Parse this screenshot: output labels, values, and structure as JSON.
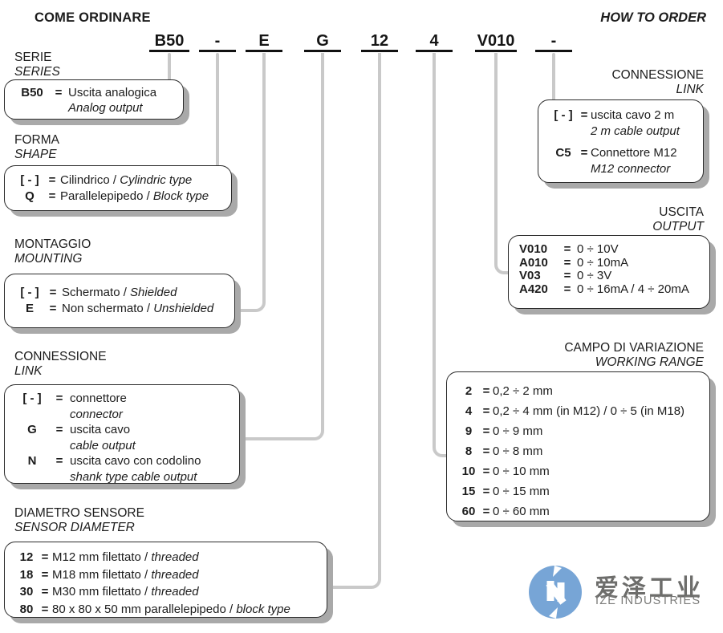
{
  "header": {
    "title_it": "COME ORDINARE",
    "title_en": "HOW TO ORDER"
  },
  "code": {
    "segments": [
      "B50",
      "-",
      "E",
      "G",
      "12",
      "4",
      "V010",
      "-"
    ]
  },
  "symbols": {
    "equals": "="
  },
  "sections": {
    "serie": {
      "label_it": "SERIE",
      "label_en": "SERIES",
      "rows": [
        {
          "key": "B50",
          "text": "Uscita analogica",
          "sub": "Analog output"
        }
      ]
    },
    "forma": {
      "label_it": "FORMA",
      "label_en": "SHAPE",
      "rows": [
        {
          "key": "[ - ]",
          "text": "Cilindrico / ",
          "italic": "Cylindric type"
        },
        {
          "key": "Q",
          "text": "Parallelepipedo / ",
          "italic": "Block type"
        }
      ]
    },
    "montaggio": {
      "label_it": "MONTAGGIO",
      "label_en": "MOUNTING",
      "rows": [
        {
          "key": "[ - ]",
          "text": "Schermato / ",
          "italic": "Shielded"
        },
        {
          "key": "E",
          "text": "Non schermato / ",
          "italic": "Unshielded"
        }
      ]
    },
    "connessione_left": {
      "label_it": "CONNESSIONE",
      "label_en": "LINK",
      "rows": [
        {
          "key": "[ - ]",
          "text": "connettore",
          "sub": "connector"
        },
        {
          "key": "G",
          "text": "uscita cavo",
          "sub": "cable output"
        },
        {
          "key": "N",
          "text": "uscita cavo con codolino",
          "sub": "shank type cable output"
        }
      ]
    },
    "diametro": {
      "label_it": "DIAMETRO SENSORE",
      "label_en": "SENSOR DIAMETER",
      "rows": [
        {
          "key": "12",
          "text": "M12 mm filettato / ",
          "italic": "threaded"
        },
        {
          "key": "18",
          "text": "M18 mm filettato / ",
          "italic": "threaded"
        },
        {
          "key": "30",
          "text": "M30 mm filettato / ",
          "italic": "threaded"
        },
        {
          "key": "80",
          "text": "80 x 80 x 50 mm parallelepipedo / ",
          "italic": "block type"
        }
      ]
    },
    "connessione_right": {
      "label_it": "CONNESSIONE",
      "label_en": "LINK",
      "rows": [
        {
          "key": "[ - ]",
          "text": "uscita cavo 2 m",
          "sub": "2 m cable output"
        },
        {
          "key": "C5",
          "text": "Connettore M12",
          "sub": "M12 connector"
        }
      ]
    },
    "uscita": {
      "label_it": "USCITA",
      "label_en": "OUTPUT",
      "rows": [
        {
          "key": "V010",
          "text": "0 ÷ 10V"
        },
        {
          "key": "A010",
          "text": "0 ÷ 10mA"
        },
        {
          "key": "V03",
          "text": "0 ÷ 3V"
        },
        {
          "key": "A420",
          "text": "0 ÷ 16mA / 4 ÷ 20mA"
        }
      ]
    },
    "campo": {
      "label_it": "CAMPO DI VARIAZIONE",
      "label_en": "WORKING RANGE",
      "rows": [
        {
          "key": "2",
          "text": "0,2 ÷ 2 mm"
        },
        {
          "key": "4",
          "text": "0,2 ÷ 4 mm (in M12) / 0 ÷ 5 (in M18)"
        },
        {
          "key": "9",
          "text": "0 ÷ 9 mm"
        },
        {
          "key": "8",
          "text": "0 ÷ 8 mm"
        },
        {
          "key": "10",
          "text": "0 ÷ 10 mm"
        },
        {
          "key": "15",
          "text": "0 ÷ 15 mm"
        },
        {
          "key": "60",
          "text": "0 ÷ 60 mm"
        }
      ]
    }
  },
  "logo": {
    "cn": "爱泽工业",
    "en": "IZE INDUSTRIES",
    "circle_color": "#77a5d6",
    "text_color": "#6d6d6b"
  },
  "colors": {
    "connector_gray": "#c9c9c9",
    "box_border": "#2b2b2b",
    "box_shadow": "#a9a9a9",
    "text": "#1c1c1c"
  }
}
